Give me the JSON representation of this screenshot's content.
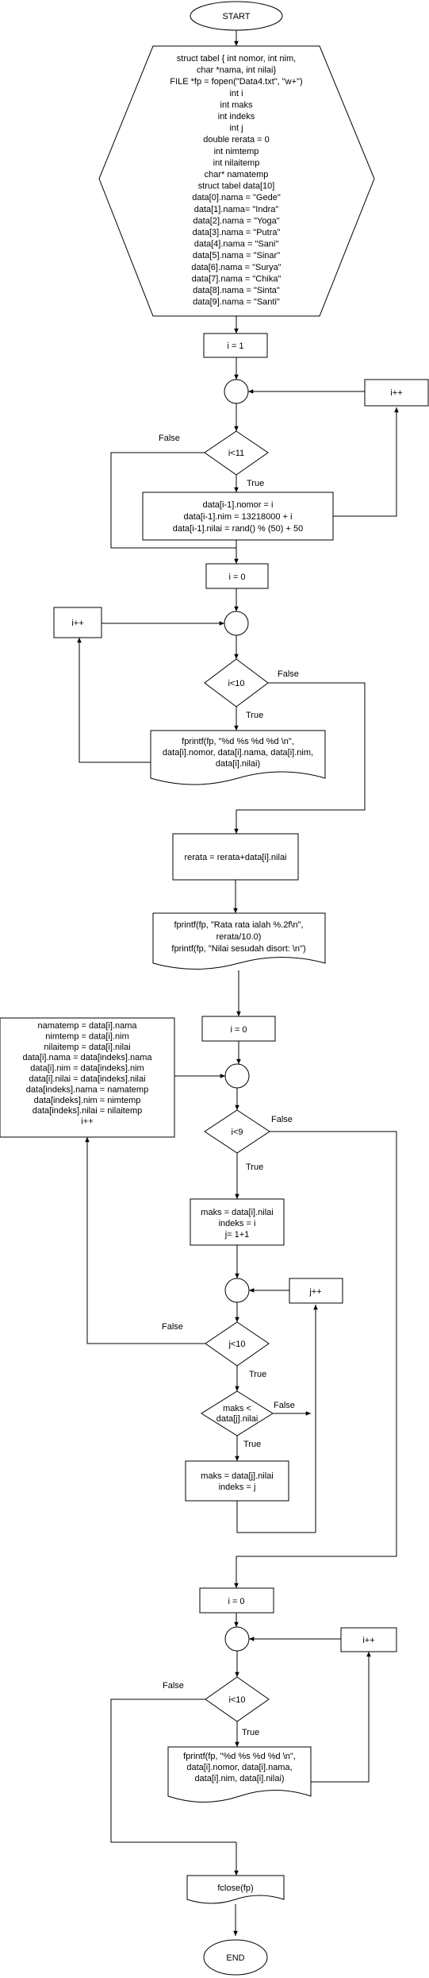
{
  "start": "START",
  "end": "END",
  "decl": [
    "struct tabel { int nomor, int nim,",
    "char *nama, int nilai}",
    "FILE *fp = fopen(\"Data4.txt\", \"w+\")",
    "int i",
    "int maks",
    "int indeks",
    "int j",
    "double rerata = 0",
    "int nimtemp",
    "int nilaitemp",
    "char* namatemp",
    "struct tabel data[10]",
    "data[0].nama = \"Gede\"",
    "data[1].nama= \"Indra\"",
    "data[2].nama = \"Yoga\"",
    "data[3].nama = \"Putra\"",
    "data[4].nama = \"Sani\"",
    "data[5].nama = \"Sinar\"",
    "data[6].nama = \"Surya\"",
    "data[7].nama = \"Chika\"",
    "data[8].nama = \"Sinta\"",
    "data[9].nama = \"Santi\""
  ],
  "loop1": {
    "init": "i = 1",
    "cond": "i<11",
    "body": [
      "data[i-1].nomor = i",
      "data[i-1].nim = 13218000 + i",
      "data[i-1].nilai = rand() % (50) + 50"
    ],
    "inc": "i++"
  },
  "loop2": {
    "init": "i = 0",
    "cond": "i<10",
    "body": [
      "fprintf(fp, \"%d %s %d %d \\n\",",
      "data[i].nomor, data[i].nama, data[i].nim,",
      "data[i].nilai)"
    ],
    "inc": "i++"
  },
  "rerata": "rerata = rerata+data[i].nilai",
  "print_avg": [
    "fprintf(fp, \"Rata rata ialah  %.2f\\n\",",
    "rerata/10.0)",
    "fprintf(fp, \"Nilai sesudah disort: \\n\")"
  ],
  "sort": {
    "init": "i = 0",
    "cond": "i<9",
    "swap": [
      "namatemp = data[i].nama",
      "nimtemp = data[i].nim",
      "nilaitemp = data[i].nilai",
      "data[i].nama = data[indeks].nama",
      "data[i].nim = data[indeks].nim",
      "data[i].nilai = data[indeks].nilai",
      "data[indeks].nama = namatemp",
      "data[indeks].nim = nimtemp",
      "data[indeks].nilai = nilaitemp",
      "i++"
    ],
    "set_max": [
      "maks = data[i].nilai",
      "indeks = i",
      "j= 1+1"
    ],
    "inner_cond": "j<10",
    "inner_inc": "j++",
    "compare": [
      "maks <",
      "data[j].nilai"
    ],
    "update_max": [
      "maks = data[j].nilai",
      "indeks = j"
    ]
  },
  "loop4": {
    "init": "i = 0",
    "cond": "i<10",
    "body": [
      "fprintf(fp, \"%d %s %d %d \\n\",",
      "data[i].nomor, data[i].nama,",
      "data[i].nim, data[i].nilai)"
    ],
    "inc": "i++"
  },
  "close": "fclose(fp)",
  "labels": {
    "true": "True",
    "false": "False"
  }
}
